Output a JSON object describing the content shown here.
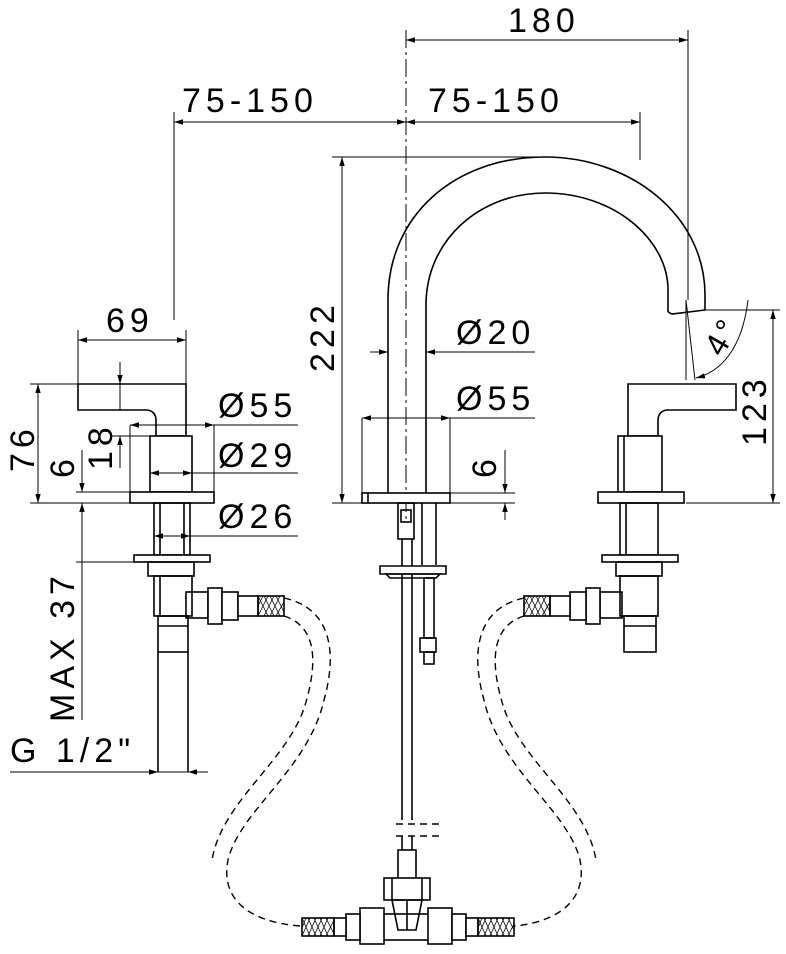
{
  "dimensions": {
    "overall_width": "180",
    "left_spacing": "75-150",
    "right_spacing": "75-150",
    "lever_length": "69",
    "diameter_spout": "Ø20",
    "diameter_spout_base": "Ø55",
    "diameter_handle_base": "Ø55",
    "diameter_handle_body": "Ø29",
    "diameter_shank": "Ø26",
    "spout_height": "222",
    "handle_height": "76",
    "lever_offset": "18",
    "base_thickness_left": "6",
    "base_thickness_spout": "6",
    "spout_outlet_height": "123",
    "spout_angle": "4°",
    "max_deck": "MAX 37",
    "thread": "G 1/2\""
  }
}
